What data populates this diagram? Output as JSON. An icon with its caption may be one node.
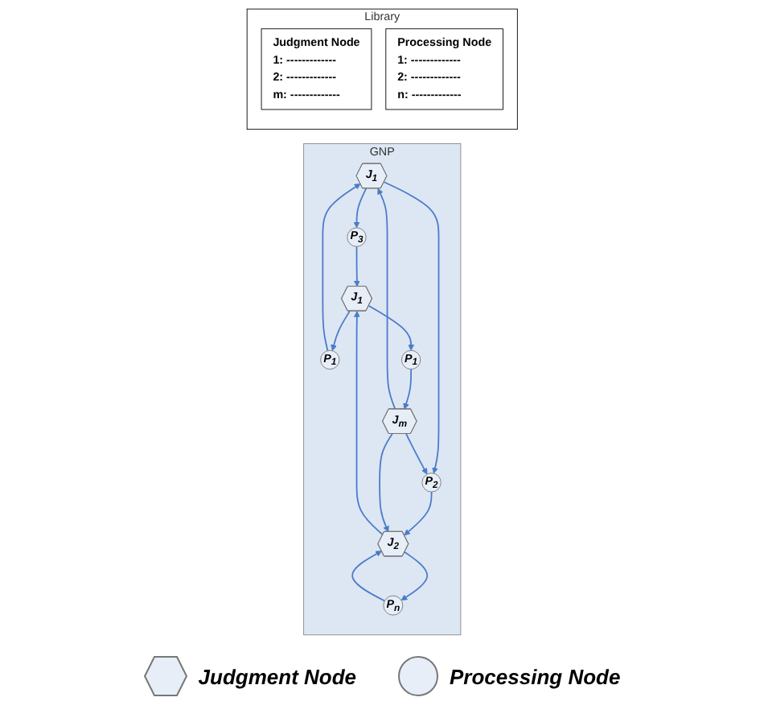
{
  "diagram": {
    "nodes": [
      {
        "text": [
          "GNP"
        ]
      },
      {
        "text": [
          "J$_{1}$"
        ],
        "in": 0
      },
      {
        "text": [
          "P$_{1}$"
        ],
        "in": 0
      },
      {
        "text": [
          "P$_{3}$"
        ],
        "in": 0
      },
      {
        "text": [
          "P$_{2}$"
        ],
        "in": 0
      },
      {
        "text": [
          "J$_{2}$"
        ],
        "in": 0
      },
      {
        "text": [
          "J$_{1}$"
        ],
        "in": 0
      },
      {
        "text": [
          "P$_{n}$"
        ],
        "in": 0
      },
      {
        "text": [
          "J$_{m}$"
        ],
        "in": 0
      },
      {
        "text": [
          "P$_{1}$"
        ],
        "in": 0
      },
      {
        "text": [
          "Library"
        ]
      },
      {
        "text": [
          "Judgment Node",
          "1: -------------",
          "2: -------------",
          "m: -------------"
        ],
        "in": 10
      },
      {
        "text": [
          "Processing Node",
          "1: -------------",
          "2: -------------",
          "n: -------------"
        ],
        "in": 10
      }
    ],
    "edges": [
      {
        "from": 2,
        "to": 1,
        "arrow": "to"
      },
      {
        "from": 1,
        "to": 3,
        "arrow": "to"
      },
      {
        "from": 1,
        "to": 4,
        "arrow": "to"
      },
      {
        "from": 3,
        "to": 6,
        "arrow": "to"
      },
      {
        "from": 6,
        "to": 2,
        "arrow": "to"
      },
      {
        "from": 4,
        "to": 5,
        "arrow": "to"
      },
      {
        "from": 5,
        "to": 6,
        "arrow": "to"
      },
      {
        "from": 5,
        "to": 7,
        "arrow": "to"
      },
      {
        "from": 7,
        "to": 5,
        "arrow": "to"
      },
      {
        "from": 6,
        "to": 9,
        "arrow": "to"
      },
      {
        "from": 9,
        "to": 8,
        "arrow": "to"
      },
      {
        "from": 8,
        "to": 4,
        "arrow": "to"
      },
      {
        "from": 8,
        "to": 5,
        "arrow": "to"
      },
      {
        "from": 8,
        "to": 1,
        "arrow": "to"
      }
    ],
    "legend": [
      {
        "text": "Judgment Node"
      },
      {
        "text": "Processing Node"
      }
    ]
  }
}
